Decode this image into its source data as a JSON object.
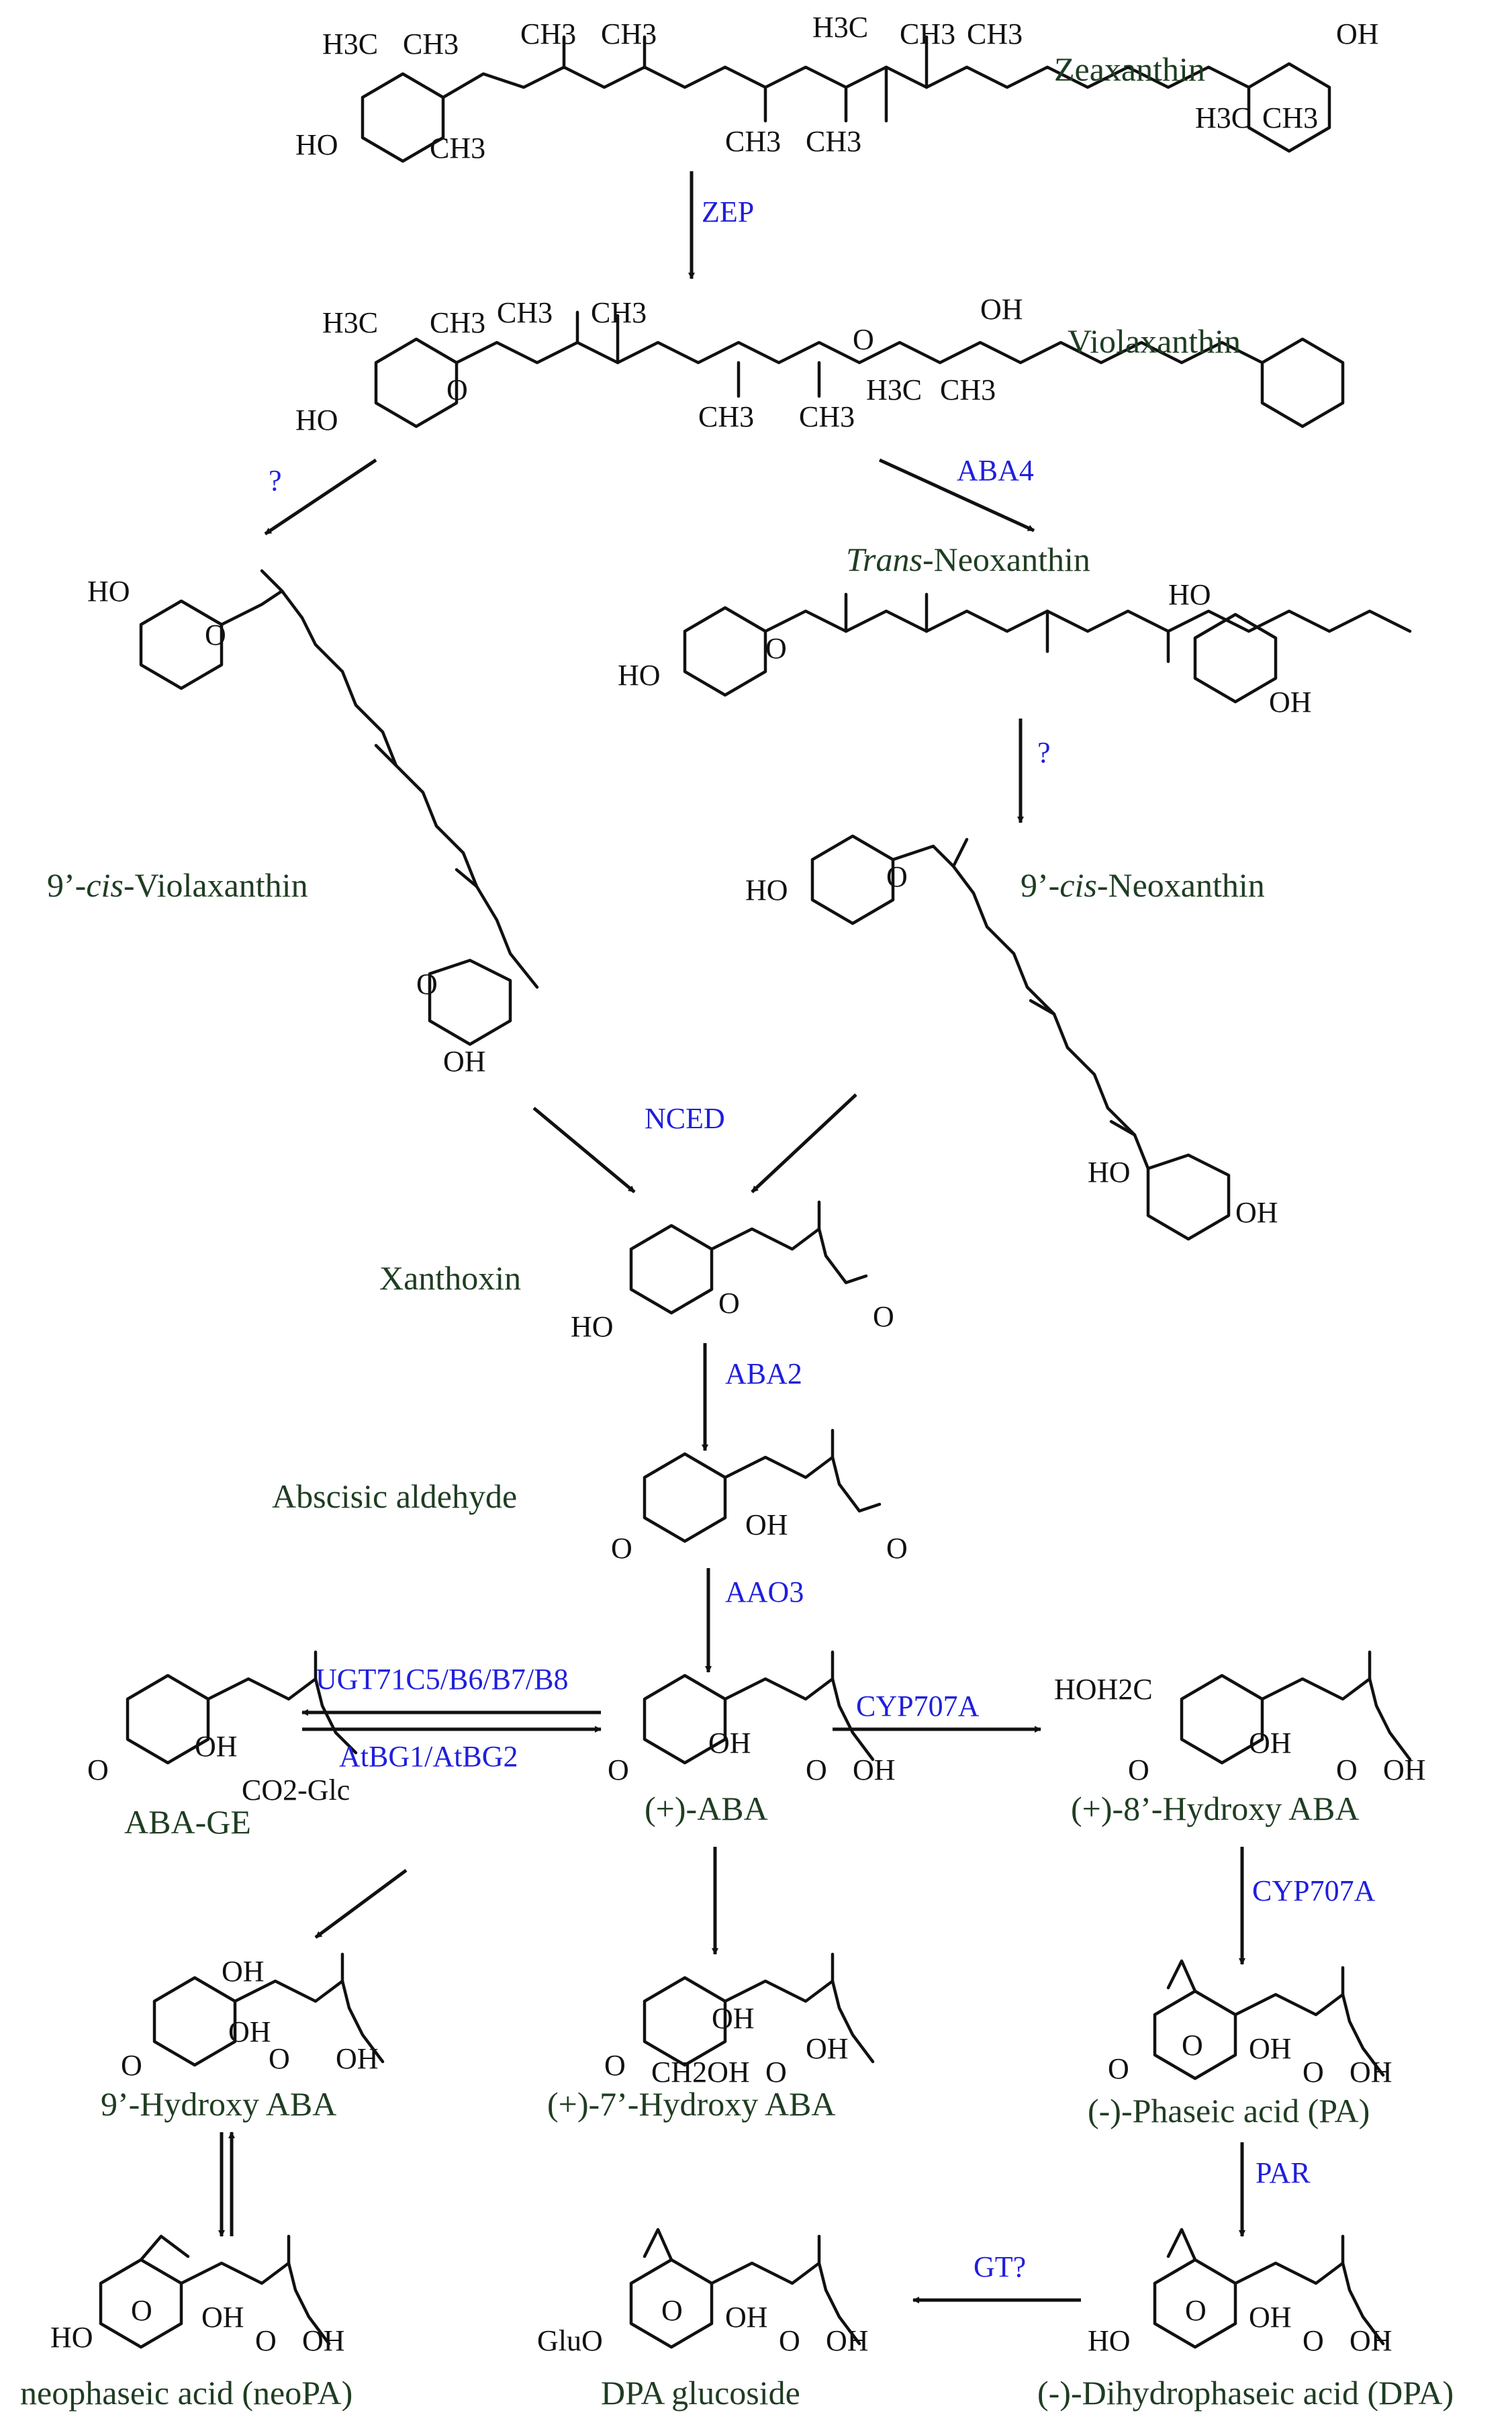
{
  "compounds": {
    "zeaxanthin": "Zeaxanthin",
    "violaxanthin": "Violaxanthin",
    "trans_neoxanthin_italic": "Trans",
    "trans_neoxanthin_rest": "-Neoxanthin",
    "cis_violaxanthin_pre": "9’-",
    "cis_violaxanthin_italic": "cis",
    "cis_violaxanthin_post": "-Violaxanthin",
    "cis_neoxanthin_pre": "9’-",
    "cis_neoxanthin_italic": "cis",
    "cis_neoxanthin_post": "-Neoxanthin",
    "xanthoxin": "Xanthoxin",
    "abscisic_aldehyde": "Abscisic aldehyde",
    "aba_ge": "ABA-GE",
    "aba": "(+)-ABA",
    "hydroxy_8_aba": "(+)-8’-Hydroxy ABA",
    "hydroxy_9_aba": "9’-Hydroxy ABA",
    "hydroxy_7_aba": "(+)-7’-Hydroxy ABA",
    "phaseic_acid": "(-)-Phaseic acid (PA)",
    "neophaseic_acid": "neophaseic acid (neoPA)",
    "dpa_glucoside": "DPA glucoside",
    "dihydrophaseic_acid": "(-)-Dihydrophaseic acid (DPA)"
  },
  "enzymes": {
    "zep": "ZEP",
    "unknown_left": "?",
    "aba4": "ABA4",
    "unknown_right": "?",
    "nced": "NCED",
    "aba2": "ABA2",
    "aao3": "AAO3",
    "ugt": "UGT71C5/B6/B7/B8",
    "atbg": "AtBG1/AtBG2",
    "cyp707a_top": "CYP707A",
    "cyp707a_right": "CYP707A",
    "par": "PAR",
    "gt": "GT?"
  },
  "atoms": {
    "h3c": "H3C",
    "ch3": "CH3",
    "oh": "OH",
    "ho": "HO",
    "o": "O",
    "co2glc": "CO2-Glc",
    "hoh2c": "HOH2C",
    "ch2oh": "CH2OH",
    "gluo": "GluO"
  },
  "colors": {
    "compound_label": "#1f3d22",
    "enzyme_label": "#1f1fdc",
    "structure": "#111111"
  }
}
